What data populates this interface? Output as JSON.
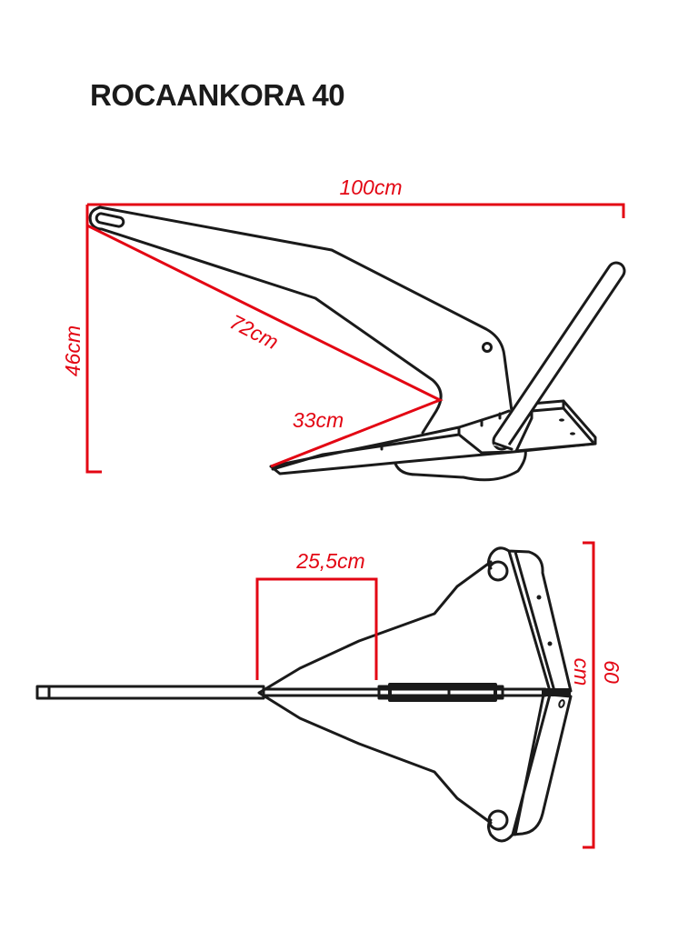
{
  "title": "ROCAANKORA 40",
  "colors": {
    "accent": "#e30613",
    "ink": "#1a1a1a"
  },
  "side_view": {
    "length_label": "100cm",
    "height_label": "46cm",
    "shank_label": "72cm",
    "fluke_label": "33cm"
  },
  "top_view": {
    "shank_offset_label": "25,5cm",
    "width_value": "60",
    "width_unit": "cm"
  }
}
